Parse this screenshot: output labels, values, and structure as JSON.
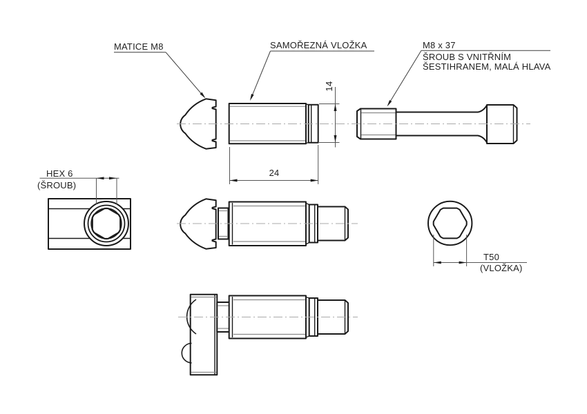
{
  "drawing": {
    "labels": {
      "nut_label": "MATICE M8",
      "insert_label": "SAMOŘEZNÁ VLOŽKA",
      "screw_label_line1": "M8 x 37",
      "screw_label_line2": "ŠROUB S VNITŘNÍM",
      "screw_label_line3": "ŠESTIHRANEM, MALÁ HLAVA",
      "hex_dim_label": "HEX 6",
      "hex_dim_sub": "(ŠROUB)",
      "torx_dim_label": "T50",
      "torx_dim_sub": "(VLOŽKA)"
    },
    "dimensions": {
      "insert_pilot_diameter": "14",
      "insert_length": "24"
    },
    "colors": {
      "line": "#1a1a1a",
      "thread_line": "#8a8a8a",
      "dimension_line": "#555555",
      "centerline": "#a9a9a9",
      "background": "#ffffff"
    }
  }
}
